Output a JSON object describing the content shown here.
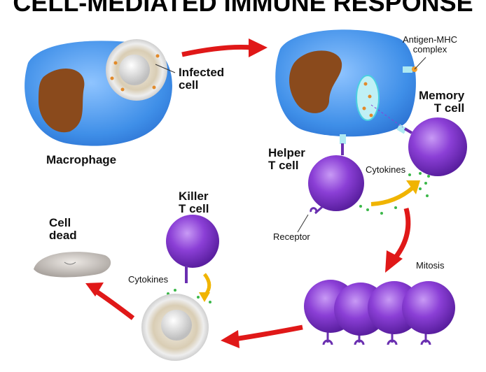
{
  "title": "CELL-MEDIATED IMMUNE RESPONSE",
  "labels": {
    "infected_cell": "Infected\ncell",
    "macrophage": "Macrophage",
    "antigen_mhc": "Antigen-MHC\ncomplex",
    "memory_t_cell": "Memory\nT cell",
    "helper_t_cell": "Helper\nT cell",
    "cytokines_top": "Cytokines",
    "receptor": "Receptor",
    "mitosis": "Mitosis",
    "killer_t_cell": "Killer\nT cell",
    "cytokines_bottom": "Cytokines",
    "cell_dead": "Cell\ndead"
  },
  "colors": {
    "macrophage": "#3f8fe8",
    "nucleus": "#8a4a1c",
    "t_cell": "#8b3fd6",
    "arrow": "#e01818",
    "cytokine_arrow": "#f0b400",
    "cytokine_dots": "#3cb84a"
  }
}
